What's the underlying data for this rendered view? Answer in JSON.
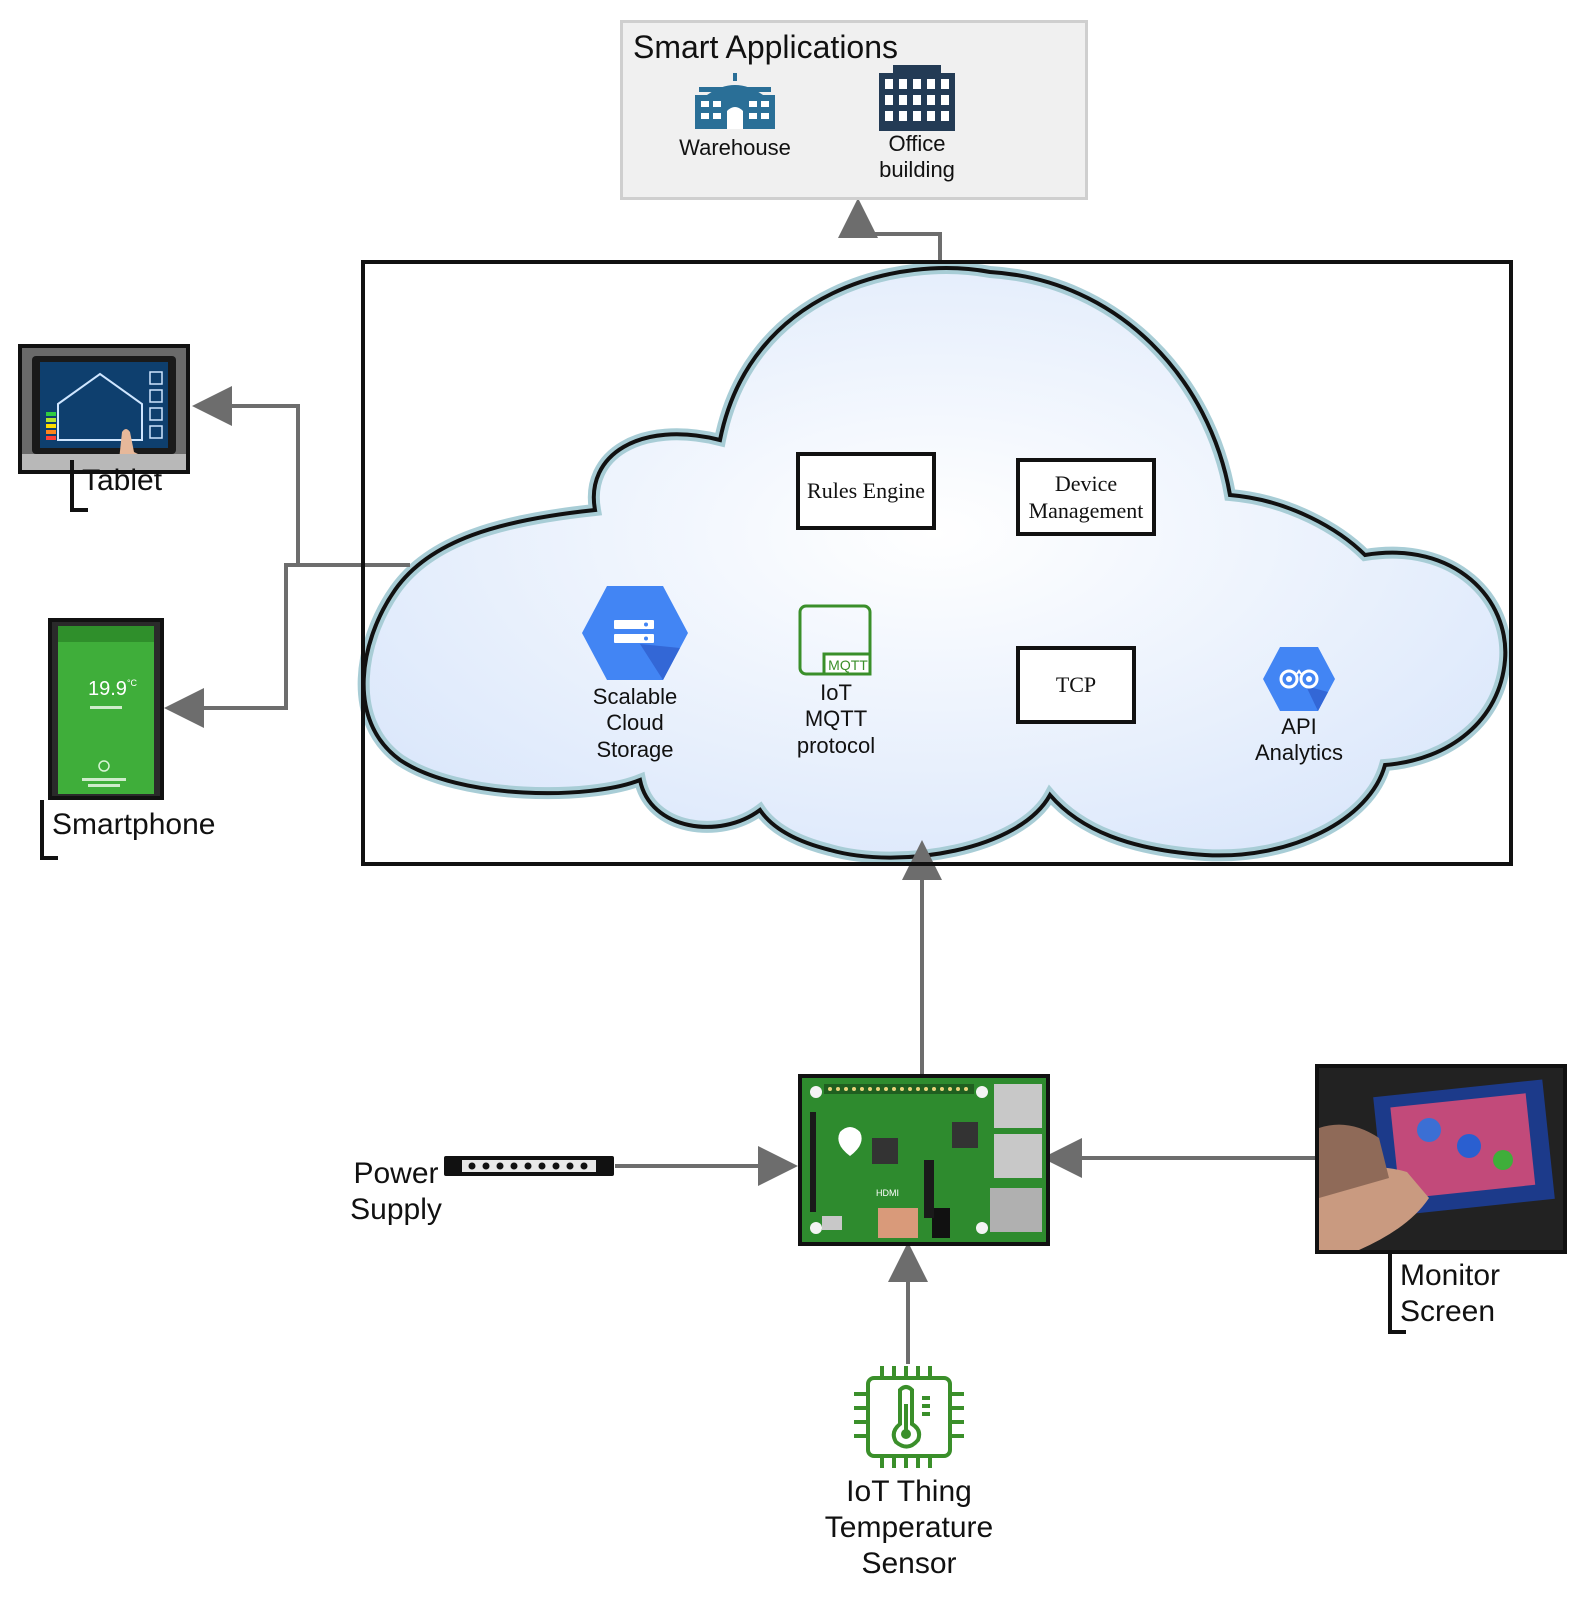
{
  "smart_applications": {
    "title": "Smart Applications",
    "warehouse": "Warehouse",
    "office_line1": "Office",
    "office_line2": "building"
  },
  "cloud": {
    "rules_engine": "Rules Engine",
    "device_management_line1": "Device",
    "device_management_line2": "Management",
    "tcp": "TCP",
    "storage_line1": "Scalable",
    "storage_line2": "Cloud",
    "storage_line3": "Storage",
    "mqtt_badge": "MQTT",
    "mqtt_line1": "IoT",
    "mqtt_line2": "MQTT",
    "mqtt_line3": "protocol",
    "api_line1": "API",
    "api_line2": "Analytics"
  },
  "devices": {
    "tablet": "Tablet",
    "smartphone": "Smartphone",
    "phone_temp": "19.9",
    "phone_unit": "°C",
    "monitor_line1": "Monitor",
    "monitor_line2": "Screen",
    "power_line1": "Power",
    "power_line2": "Supply",
    "sensor_line1": "IoT Thing",
    "sensor_line2": "Temperature",
    "sensor_line3": "Sensor",
    "board_hdmi": "HDMI"
  },
  "colors": {
    "cloud_fill": "#eef4fd",
    "cloud_stroke": "#111111",
    "cloud_glow": "#a8cdd6",
    "google_blue": "#4285f4",
    "iot_green": "#3a8f2a",
    "warehouse_blue": "#2a6f97",
    "office_navy": "#233b55",
    "arrow_gray": "#6d6d6d",
    "board_green": "#2e8b2e"
  }
}
